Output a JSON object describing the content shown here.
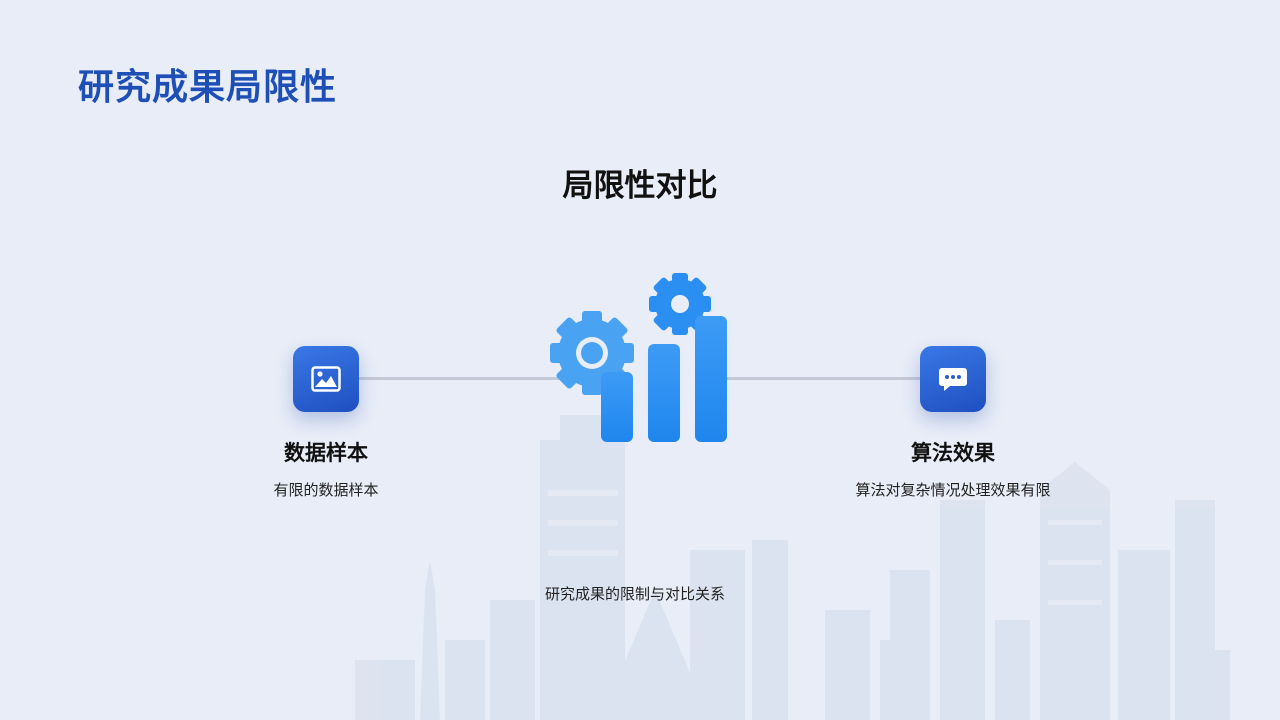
{
  "page": {
    "title": "研究成果局限性",
    "section_title": "局限性对比",
    "caption": "研究成果的限制与对比关系"
  },
  "cards": {
    "left": {
      "title": "数据样本",
      "description": "有限的数据样本",
      "icon": "image-icon"
    },
    "right": {
      "title": "算法效果",
      "description": "算法对复杂情况处理效果有限",
      "icon": "chat-bubble-icon"
    }
  },
  "center_graphic": {
    "icon": "gears-bar-chart-icon"
  },
  "colors": {
    "title_blue": "#1e4fb6",
    "icon_gradient_start": "#3a78e6",
    "icon_gradient_end": "#1f4fc1",
    "graphic_blue": "#2a8ff0",
    "background": "#e8edf7"
  }
}
